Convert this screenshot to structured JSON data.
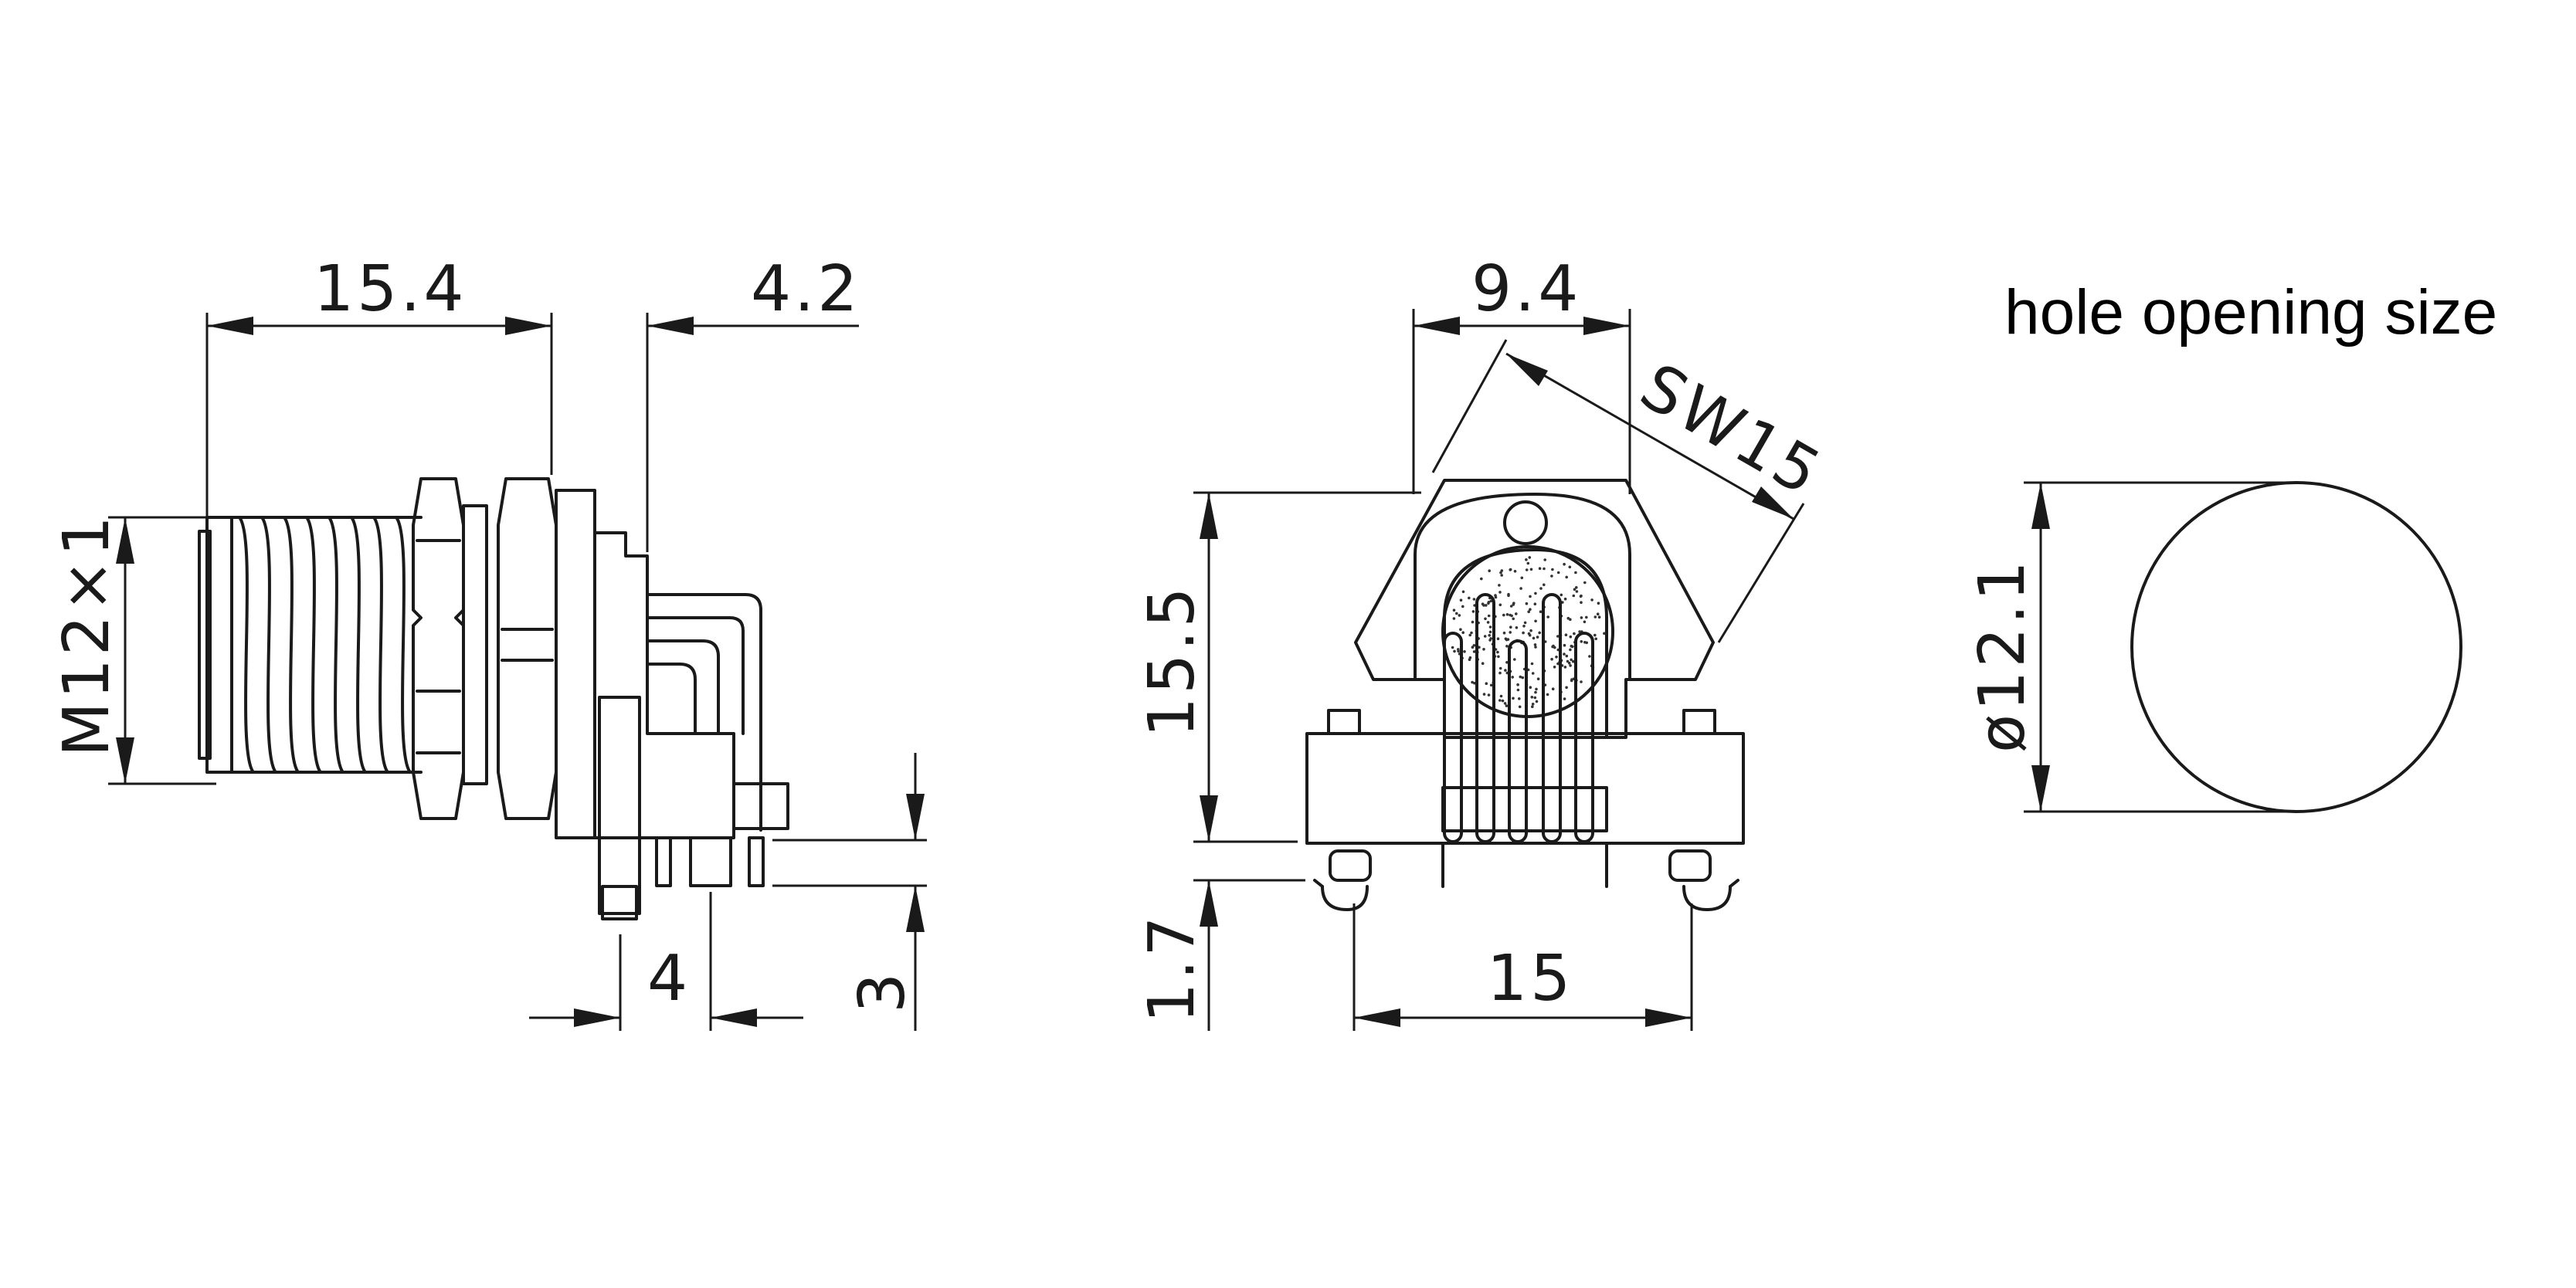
{
  "title": "hole opening size",
  "side_view": {
    "dim_length": "15.4",
    "dim_offset": "4.2",
    "dim_thread": "M12×1",
    "dim_pin_pitch": "4",
    "dim_pin_length": "3"
  },
  "front_view": {
    "dim_width": "9.4",
    "dim_wrench": "SW15",
    "dim_height": "15.5",
    "dim_standoff": "1.7",
    "dim_mount_pitch": "15"
  },
  "hole_view": {
    "dim_diameter": "ø12.1"
  },
  "colors": {
    "line": "#1a1a1a",
    "background": "#ffffff"
  }
}
